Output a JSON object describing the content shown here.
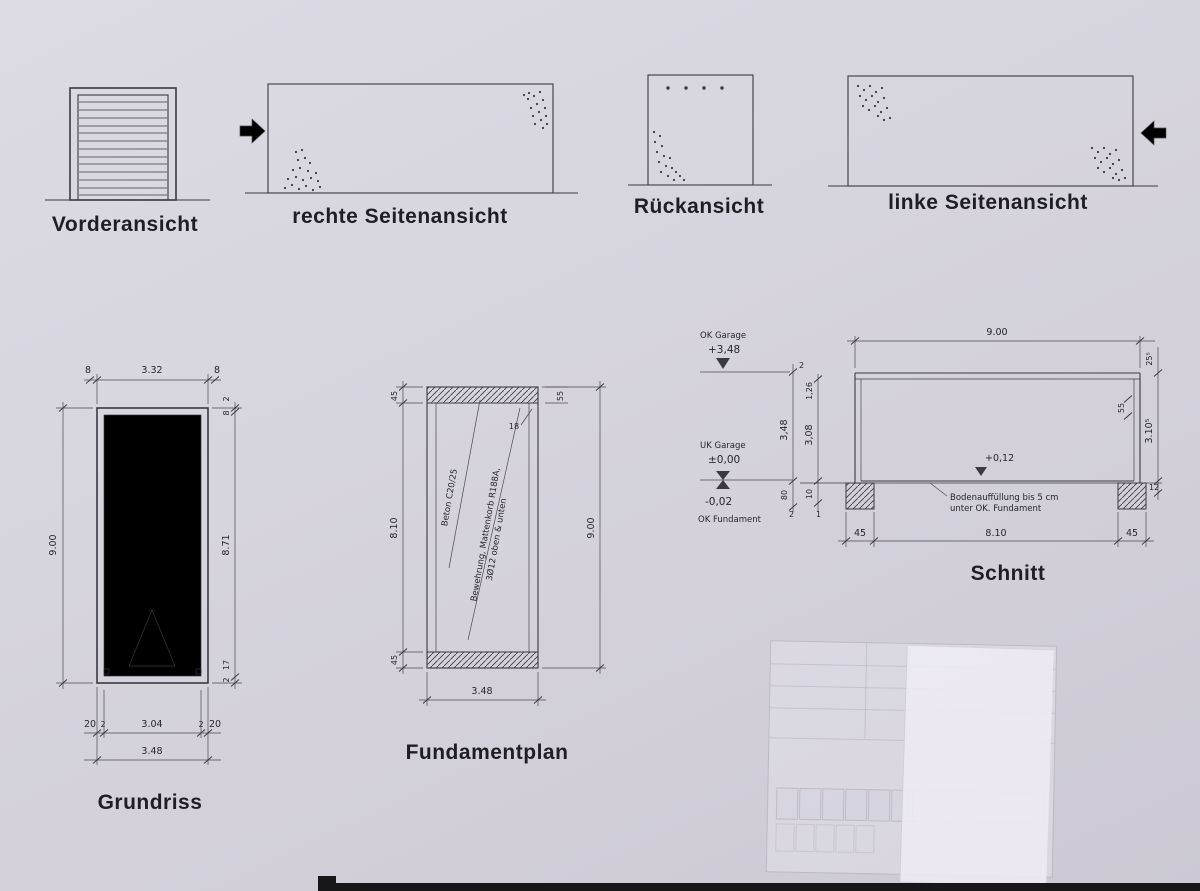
{
  "elevations": {
    "front_label": "Vorderansicht",
    "right_label": "rechte Seitenansicht",
    "back_label": "Rückansicht",
    "left_label": "linke Seitenansicht"
  },
  "grundriss": {
    "label": "Grundriss",
    "dim_top_left8": "8",
    "dim_top_width": "3.32",
    "dim_top_right8": "8",
    "dim_height": "9.00",
    "dim_r_top_2": "2",
    "dim_r_top_8": "8",
    "dim_r_inner": "8.71",
    "dim_r_bot_17": "17",
    "dim_r_bot_2": "2",
    "dim_b_20l": "20",
    "dim_b_2l": "2",
    "dim_b_inner": "3.04",
    "dim_b_2r": "2",
    "dim_b_20r": "20",
    "dim_b_total": "3.48"
  },
  "fundamentplan": {
    "label": "Fundamentplan",
    "dim_l_top": "45",
    "dim_l_mid": "8.10",
    "dim_l_bot": "45",
    "dim_r_total": "9.00",
    "dim_55": "55",
    "dim_18": "18",
    "dim_b_width": "3.48",
    "note_beton": "Beton C20/25",
    "note_bew1": "Bewehrung, Mattenkorb R188A,",
    "note_bew2": "3Ø12 oben & unten"
  },
  "schnitt": {
    "label": "Schnitt",
    "ok_garage": "OK Garage",
    "ok_garage_val": "+3,48",
    "uk_garage": "UK Garage",
    "uk_garage_val": "±0,00",
    "fundament_val": "-0,02",
    "ok_fundament": "OK Fundament",
    "dim_top_width": "9.00",
    "c_2": "2",
    "c_126": "1,26",
    "c_348": "3,48",
    "c_308": "3,08",
    "c_80": "80",
    "c_2b": "2",
    "c_10": "10",
    "c_1": "1",
    "dim_wall_55": "55",
    "floor_level": "+0,12",
    "note1": "Bodenauffüllung bis 5 cm",
    "note2": "unter OK. Fundament",
    "dim_r_slab": "25⁵",
    "dim_r_wall": "3.10⁵",
    "dim_r_floor": "12",
    "dim_b_left": "45",
    "dim_b_mid": "8.10",
    "dim_b_right": "45"
  }
}
